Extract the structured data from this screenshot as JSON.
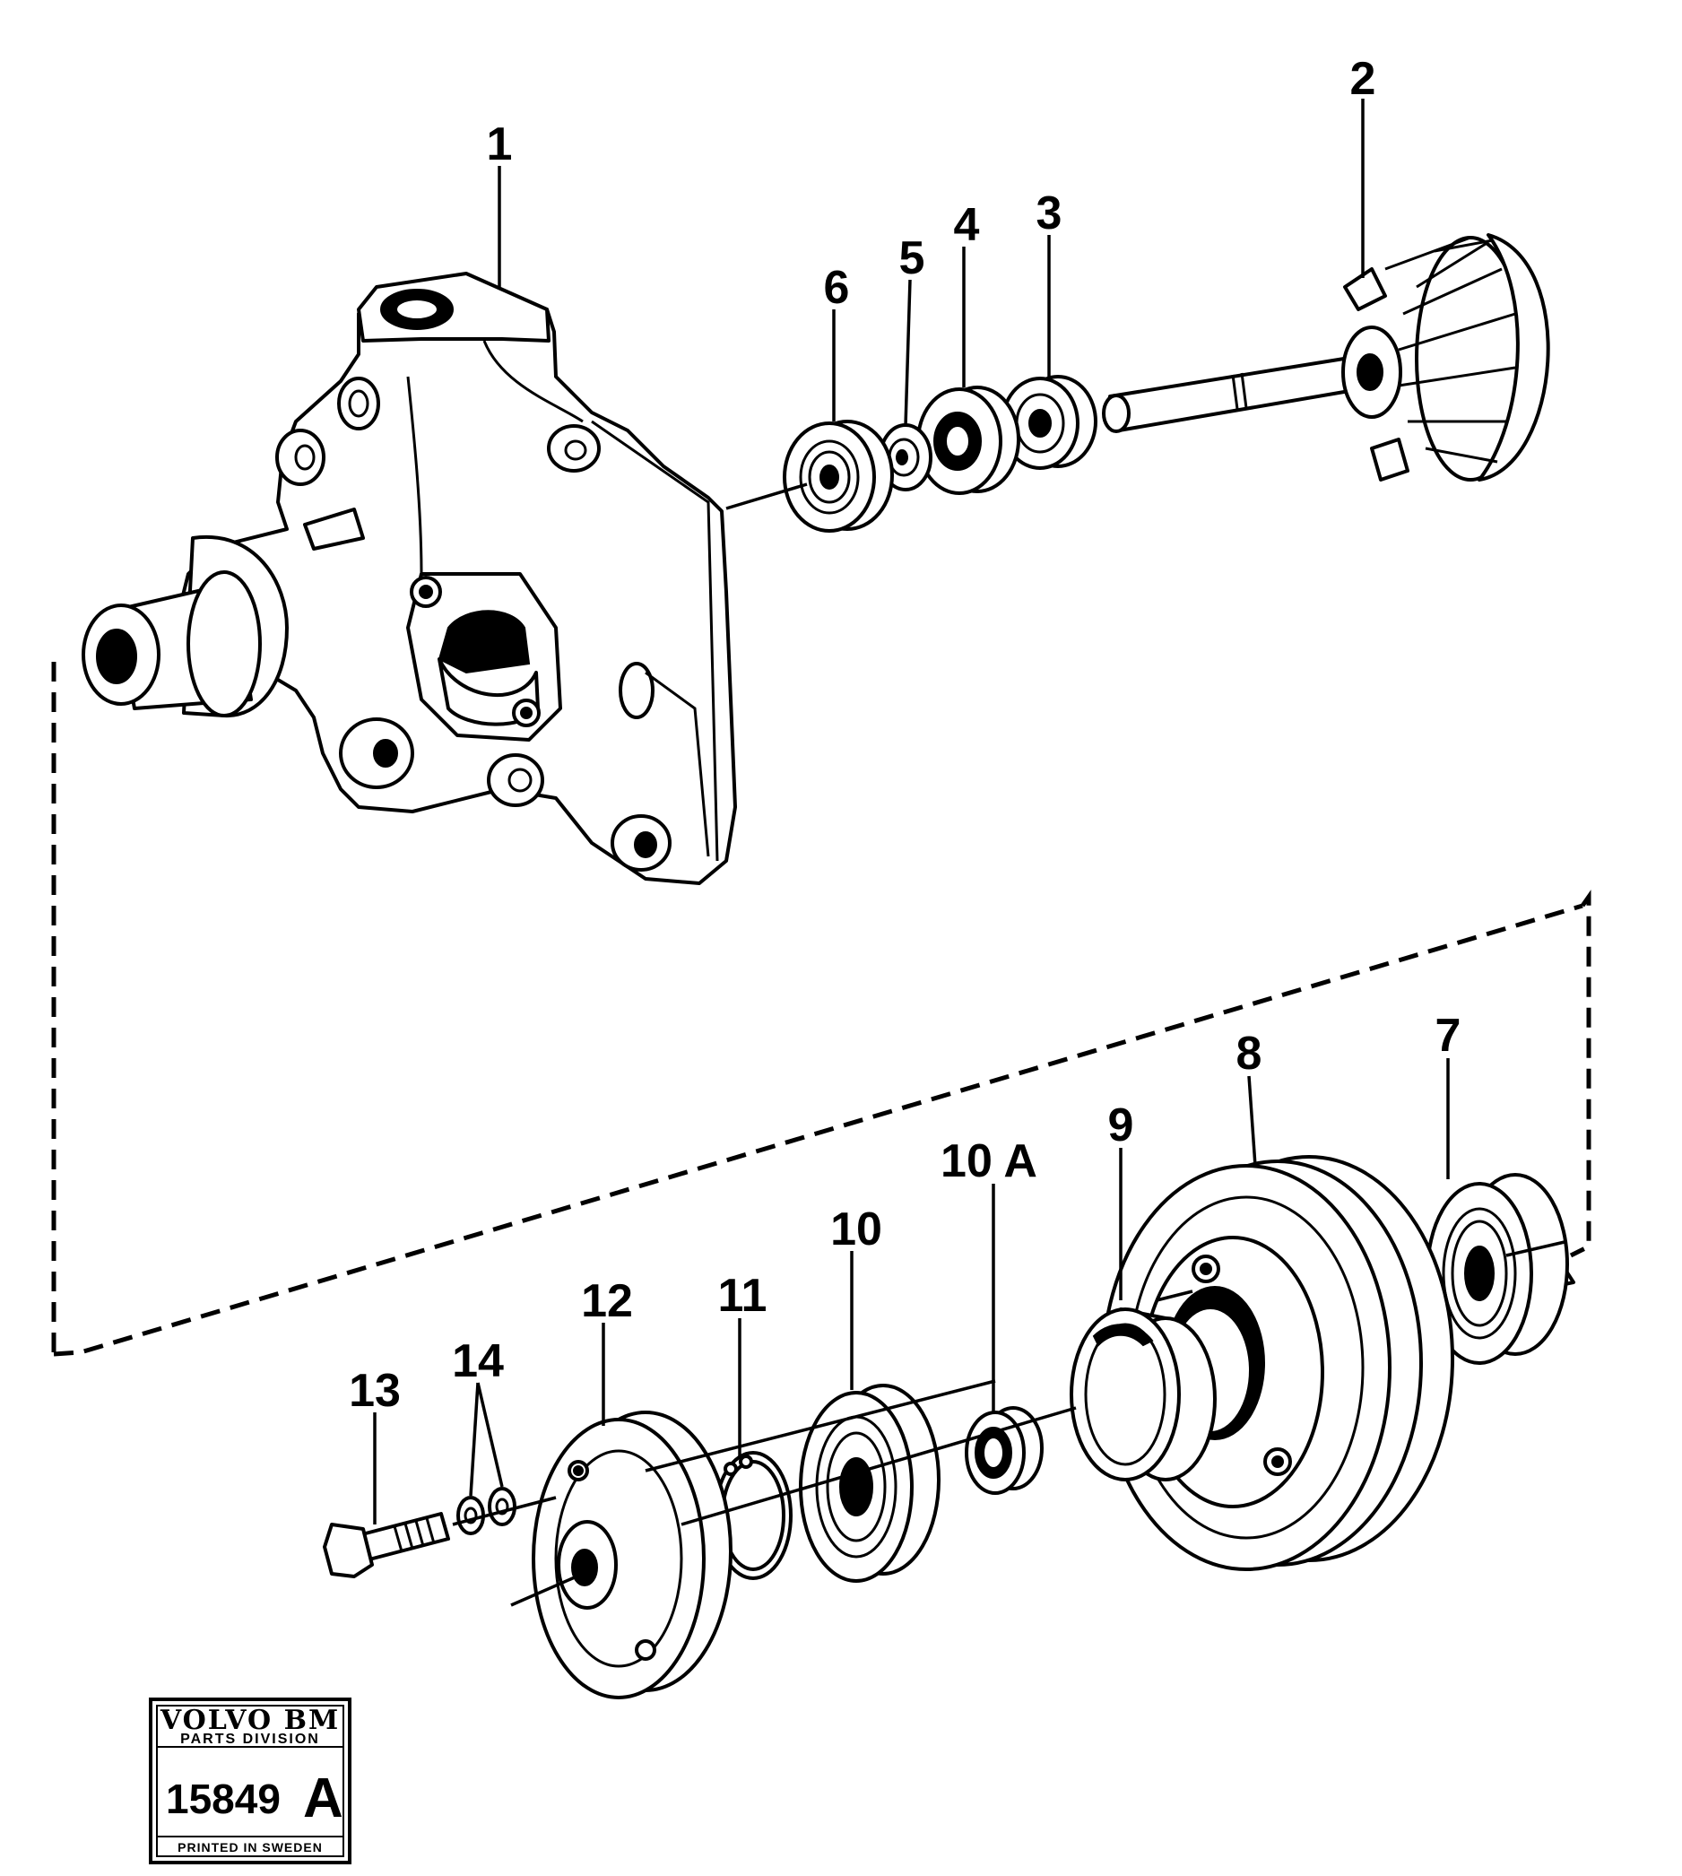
{
  "callouts": {
    "c1": "1",
    "c2": "2",
    "c3": "3",
    "c4": "4",
    "c5": "5",
    "c6": "6",
    "c7": "7",
    "c8": "8",
    "c9": "9",
    "c10": "10",
    "c10a": "10 A",
    "c11": "11",
    "c12": "12",
    "c13": "13",
    "c14": "14"
  },
  "stamp": {
    "brand": "VOLVO BM",
    "division": "PARTS DIVISION",
    "number": "15849",
    "revision": "A",
    "footer": "PRINTED IN SWEDEN"
  }
}
